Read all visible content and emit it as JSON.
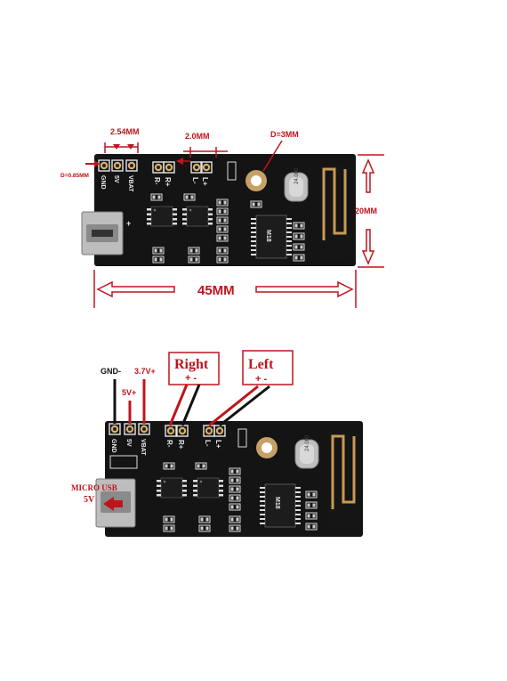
{
  "top": {
    "pitch": "2.54MM",
    "pin_pitch": "2.0MM",
    "hole": "D=3MM",
    "pin_diameter": "D=0.85MM",
    "width": "45MM",
    "height": "20MM",
    "silk_power": [
      "GND",
      "5V",
      "VBAT"
    ],
    "silk_right": [
      "R-",
      "R+"
    ],
    "silk_left": [
      "L-",
      "L+"
    ],
    "chip": "M18",
    "crystal": "24.000"
  },
  "bottom": {
    "gnd": "GND-",
    "v5": "5V+",
    "v37": "3.7V+",
    "right": "Right",
    "right_pol": "+ -",
    "left": "Left",
    "left_pol": "+ -",
    "usb": "MICRO USB",
    "usb_v": "5V",
    "silk_power": [
      "GND",
      "5V",
      "VBAT"
    ],
    "silk_right": [
      "R-",
      "R+"
    ],
    "silk_left": [
      "L-",
      "L+"
    ],
    "chip": "M18",
    "crystal": "24.000"
  },
  "colors": {
    "dim": "#c0141c",
    "pcb": "#141414",
    "pad": "#d9b06a"
  }
}
